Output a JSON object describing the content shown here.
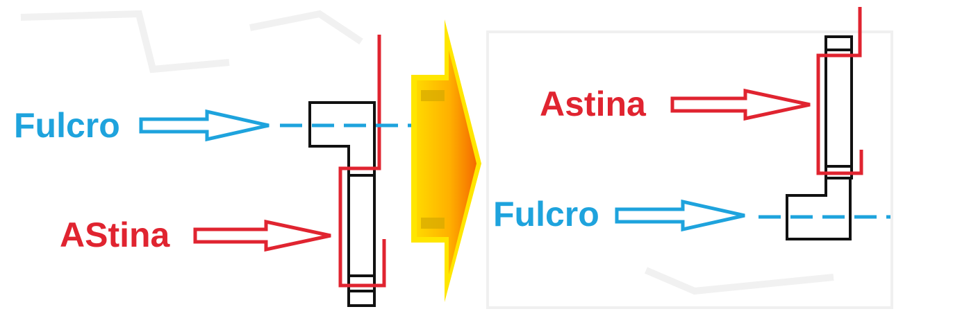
{
  "colors": {
    "fulcrum_blue": "#1ea3dd",
    "astina_red": "#e02430",
    "outline_black": "#111111",
    "big_arrow_orange": "#f7941d",
    "big_arrow_yellow": "#ffe600"
  },
  "left_panel": {
    "fulcrum_label": "Fulcro",
    "astina_label": "AStina"
  },
  "right_panel": {
    "astina_label": "Astina",
    "fulcrum_label": "Fulcro"
  }
}
